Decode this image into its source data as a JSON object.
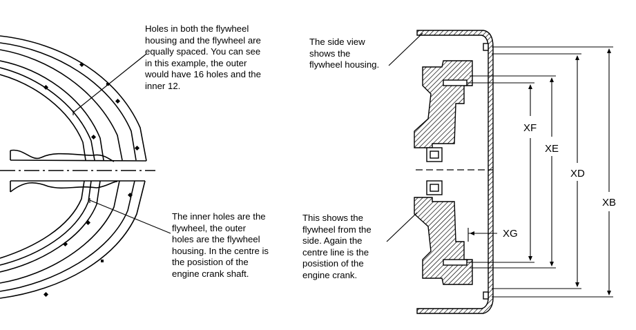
{
  "notes": {
    "holes_spacing": "Holes in both the flywheel\nhousing and the flywheel are\nequally spaced. You can see\nin this example, the outer\nwould have 16 holes and the\ninner 12.",
    "inner_outer": "The inner holes are the\nflywheel, the outer\nholes are the flywheel\nhousing. In the centre is\nthe posistion of the\nengine crank shaft.",
    "side_view": "The side view\nshows the\nflywheel housing.",
    "flywheel_side": "This shows the\nflywheel from the\nside. Again the\ncentre line is the\nposistion of the\nengine crank."
  },
  "dimensions": {
    "xf": "XF",
    "xe": "XE",
    "xd": "XD",
    "xb": "XB",
    "xg": "XG"
  }
}
